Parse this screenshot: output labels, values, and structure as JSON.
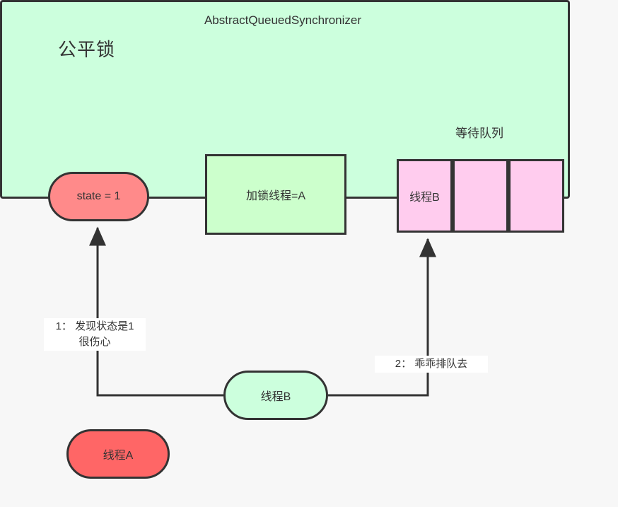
{
  "page": {
    "title": "公平锁",
    "background_color": "#f7f7f7"
  },
  "aqs": {
    "title": "AbstractQueuedSynchronizer",
    "fill_color": "#ccffdd",
    "border_color": "#333333",
    "queue_title": "等待队列"
  },
  "nodes": {
    "state": {
      "label": "state = 1",
      "fill_color": "#ff8a8a"
    },
    "lock_thread": {
      "label": "加锁线程=A",
      "fill_color": "#ccffcc"
    },
    "thread_b_bottom": {
      "label": "线程B",
      "fill_color": "#ccffdd"
    },
    "thread_a_bottom": {
      "label": "线程A",
      "fill_color": "#ff6666"
    }
  },
  "queue": {
    "cells": [
      {
        "label": "线程B",
        "fill_color": "#ffccee"
      },
      {
        "label": "",
        "fill_color": "#ffccee"
      },
      {
        "label": "",
        "fill_color": "#ffccee"
      }
    ]
  },
  "edges": [
    {
      "name": "edge-thread-b-to-state",
      "label": "1： 发现状态是1\n很伤心"
    },
    {
      "name": "edge-thread-b-to-queue",
      "label": "2： 乖乖排队去"
    }
  ]
}
